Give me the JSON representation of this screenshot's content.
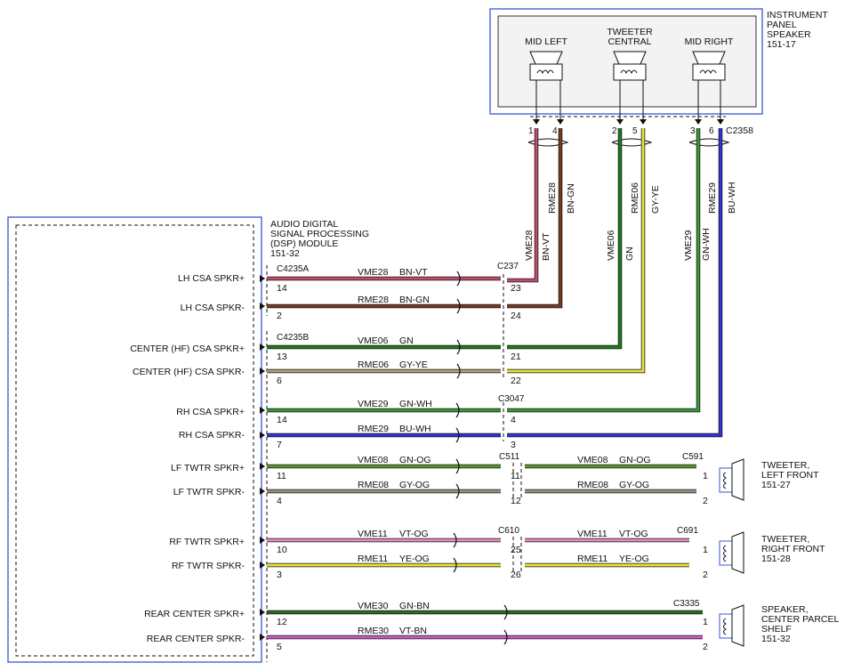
{
  "instrument_panel": {
    "label_lines": [
      "INSTRUMENT",
      "PANEL",
      "SPEAKER",
      "151-17"
    ],
    "speakers": [
      {
        "lines": [
          "MID LEFT"
        ]
      },
      {
        "lines": [
          "TWEETER",
          "CENTRAL"
        ]
      },
      {
        "lines": [
          "MID RIGHT"
        ]
      }
    ],
    "connector": "C2358",
    "pins": [
      "1",
      "4",
      "2",
      "5",
      "3",
      "6"
    ],
    "vertical_labels": [
      {
        "circuit": "RME28",
        "color_code": "BN-GN"
      },
      {
        "circuit": "RME06",
        "color_code": "GY-YE"
      },
      {
        "circuit": "RME29",
        "color_code": "BU-WH"
      }
    ],
    "lower_vertical_labels": [
      {
        "circuit": "VME28",
        "color_code": "BN-VT"
      },
      {
        "circuit": "VME06",
        "color_code": "GN"
      },
      {
        "circuit": "VME29",
        "color_code": "GN-WH"
      }
    ]
  },
  "dsp_module": {
    "label_lines": [
      "AUDIO DIGITAL",
      "SIGNAL PROCESSING",
      "(DSP) MODULE",
      "151-32"
    ],
    "connectors": [
      "C4235A",
      "C4235B"
    ],
    "outputs": [
      "LH CSA SPKR+",
      "LH CSA SPKR-",
      "CENTER (HF) CSA SPKR+",
      "CENTER (HF) CSA SPKR-",
      "RH CSA SPKR+",
      "RH CSA SPKR-",
      "LF TWTR SPKR+",
      "LF TWTR SPKR-",
      "RF TWTR SPKR+",
      "RF TWTR SPKR-",
      "REAR CENTER SPKR+",
      "REAR CENTER SPKR-"
    ]
  },
  "wires": [
    {
      "circuit": "VME28",
      "color_code": "BN-VT",
      "start_pin": "14",
      "connector_pin": "23",
      "hex": "#c0506a"
    },
    {
      "circuit": "RME28",
      "color_code": "BN-GN",
      "start_pin": "2",
      "connector_pin": "24",
      "hex": "#7a3a22"
    },
    {
      "circuit": "VME06",
      "color_code": "GN",
      "start_pin": "13",
      "connector_pin": "21",
      "hex": "#1d7a1d"
    },
    {
      "circuit": "RME06",
      "color_code": "GY-YE",
      "start_pin": "6",
      "connector_pin": "22",
      "hex": "#a9a27a"
    },
    {
      "circuit": "VME29",
      "color_code": "GN-WH",
      "start_pin": "14",
      "connector_pin": "4",
      "hex": "#3a9a3a"
    },
    {
      "circuit": "RME29",
      "color_code": "BU-WH",
      "start_pin": "7",
      "connector_pin": "3",
      "hex": "#2f35d8"
    },
    {
      "circuit": "VME08",
      "color_code": "GN-OG",
      "start_pin": "11",
      "connector_pin": "11",
      "end_pin": "1",
      "hex": "#5a9a2a"
    },
    {
      "circuit": "RME08",
      "color_code": "GY-OG",
      "start_pin": "4",
      "connector_pin": "12",
      "end_pin": "2",
      "hex": "#9a9280"
    },
    {
      "circuit": "VME11",
      "color_code": "VT-OG",
      "start_pin": "10",
      "connector_pin": "25",
      "end_pin": "1",
      "hex": "#e78bc0"
    },
    {
      "circuit": "RME11",
      "color_code": "YE-OG",
      "start_pin": "3",
      "connector_pin": "26",
      "end_pin": "2",
      "hex": "#e6e13a"
    },
    {
      "circuit": "VME30",
      "color_code": "GN-BN",
      "start_pin": "12",
      "end_pin": "1",
      "hex": "#2f6a1f"
    },
    {
      "circuit": "RME30",
      "color_code": "VT-BN",
      "start_pin": "5",
      "end_pin": "2",
      "hex": "#cc5ac8"
    }
  ],
  "connectors": {
    "c237": "C237",
    "c3047": "C3047",
    "c511": "C511",
    "c591": "C591",
    "c610": "C610",
    "c691": "C691",
    "c3335": "C3335"
  },
  "right_speakers": [
    {
      "lines": [
        "TWEETER,",
        "LEFT FRONT",
        "151-27"
      ]
    },
    {
      "lines": [
        "TWEETER,",
        "RIGHT FRONT",
        "151-28"
      ]
    },
    {
      "lines": [
        "SPEAKER,",
        "CENTER PARCEL",
        "SHELF",
        "151-32"
      ]
    }
  ]
}
